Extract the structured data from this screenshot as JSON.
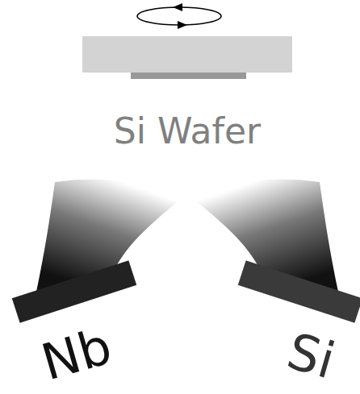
{
  "diagram": {
    "labels": [
      "Si Wafer",
      "Nb",
      "Si"
    ]
  }
}
